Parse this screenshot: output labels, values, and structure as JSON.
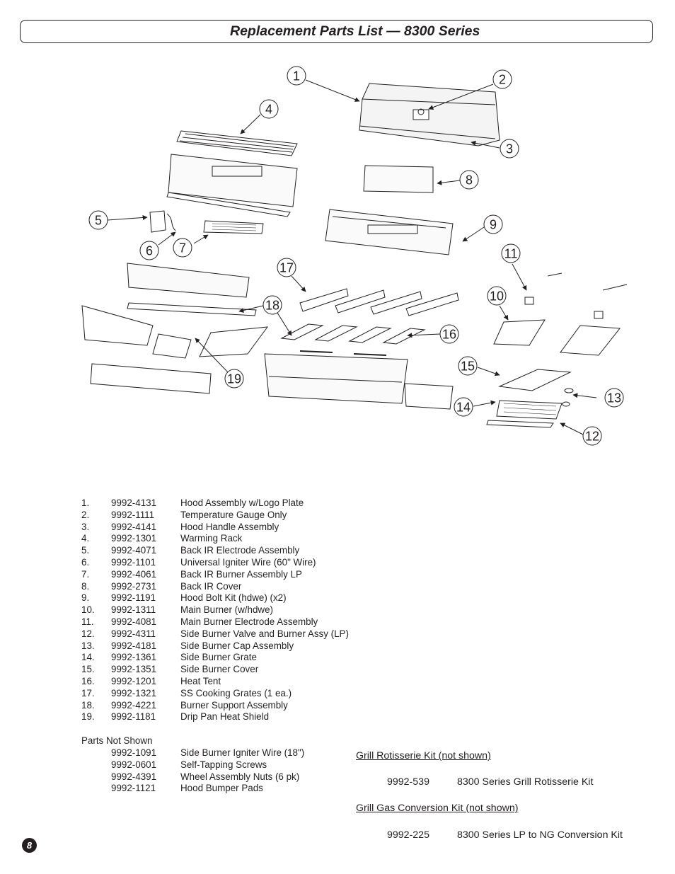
{
  "title": "Replacement Parts List — 8300 Series",
  "callouts": [
    "1",
    "2",
    "3",
    "4",
    "5",
    "6",
    "7",
    "8",
    "9",
    "10",
    "11",
    "12",
    "13",
    "14",
    "15",
    "16",
    "17",
    "18",
    "19"
  ],
  "parts": [
    {
      "num": "1.",
      "part": "9992-4131",
      "desc": "Hood Assembly w/Logo Plate"
    },
    {
      "num": "2.",
      "part": "9992-1111",
      "desc": "Temperature Gauge Only"
    },
    {
      "num": "3.",
      "part": "9992-4141",
      "desc": "Hood Handle Assembly"
    },
    {
      "num": "4.",
      "part": "9992-1301",
      "desc": "Warming Rack"
    },
    {
      "num": "5.",
      "part": "9992-4071",
      "desc": "Back IR Electrode Assembly"
    },
    {
      "num": "6.",
      "part": "9992-1101",
      "desc": "Universal Igniter Wire (60\" Wire)"
    },
    {
      "num": "7.",
      "part": "9992-4061",
      "desc": "Back IR Burner Assembly LP"
    },
    {
      "num": "8.",
      "part": "9992-2731",
      "desc": "Back IR Cover"
    },
    {
      "num": "9.",
      "part": "9992-1191",
      "desc": "Hood Bolt Kit (hdwe) (x2)"
    },
    {
      "num": "10.",
      "part": "9992-1311",
      "desc": "Main Burner (w/hdwe)"
    },
    {
      "num": "11.",
      "part": "9992-4081",
      "desc": "Main Burner Electrode Assembly"
    },
    {
      "num": "12.",
      "part": "9992-4311",
      "desc": "Side Burner Valve and Burner Assy (LP)"
    },
    {
      "num": "13.",
      "part": "9992-4181",
      "desc": "Side Burner Cap Assembly"
    },
    {
      "num": "14.",
      "part": "9992-1361",
      "desc": "Side Burner Grate"
    },
    {
      "num": "15.",
      "part": "9992-1351",
      "desc": "Side Burner Cover"
    },
    {
      "num": "16.",
      "part": "9992-1201",
      "desc": "Heat Tent"
    },
    {
      "num": "17.",
      "part": "9992-1321",
      "desc": "SS Cooking Grates (1 ea.)"
    },
    {
      "num": "18.",
      "part": "9992-4221",
      "desc": "Burner Support Assembly"
    },
    {
      "num": "19.",
      "part": "9992-1181",
      "desc": "Drip Pan Heat Shield"
    }
  ],
  "not_shown_heading": "Parts Not Shown",
  "not_shown": [
    {
      "part": "9992-1091",
      "desc": "Side Burner Igniter Wire (18\")"
    },
    {
      "part": "9992-0601",
      "desc": "Self-Tapping Screws"
    },
    {
      "part": "9992-4391",
      "desc": "Wheel Assembly Nuts (6 pk)"
    },
    {
      "part": "9992-1121",
      "desc": "Hood Bumper Pads"
    }
  ],
  "rotisserie_kit": {
    "heading": "Grill Rotisserie Kit (not shown)",
    "part": "9992-539",
    "desc": "8300 Series Grill Rotisserie Kit"
  },
  "conversion_kit": {
    "heading": "Grill Gas Conversion Kit (not shown)",
    "part": "9992-225",
    "desc": "8300 Series LP to NG Conversion Kit"
  },
  "page_number": "8"
}
